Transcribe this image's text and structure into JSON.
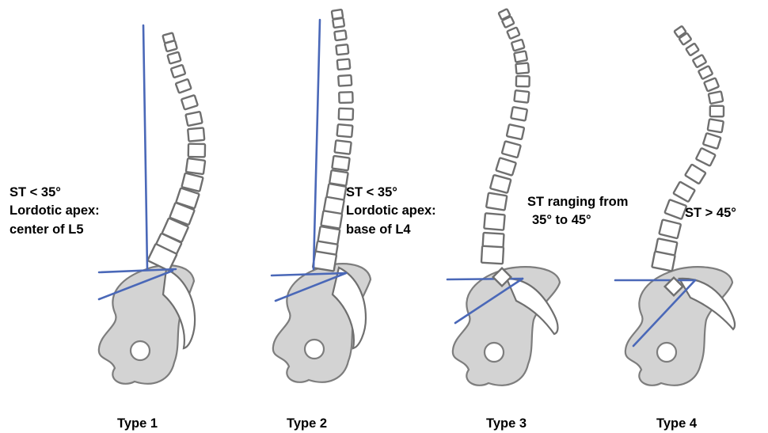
{
  "colors": {
    "reference_line": "#4a68b8",
    "bone_fill": "#d3d3d3",
    "vertebra_fill": "#ffffff",
    "outline": "#6f6f6f"
  },
  "panels": [
    {
      "type_label": "Type 1",
      "annotation": [
        "ST < 35°",
        "Lordotic apex:",
        "center of L5"
      ]
    },
    {
      "type_label": "Type 2",
      "annotation": [
        "ST < 35°",
        "Lordotic apex:",
        "base of L4"
      ]
    },
    {
      "type_label": "Type 3",
      "annotation": [
        "ST ranging from",
        "35° to 45°"
      ]
    },
    {
      "type_label": "Type 4",
      "annotation": [
        "ST > 45°"
      ]
    }
  ]
}
